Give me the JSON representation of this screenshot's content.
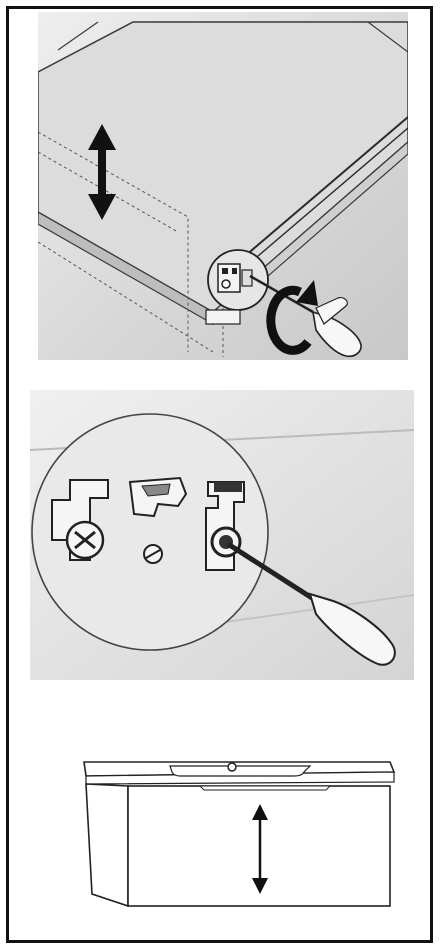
{
  "figure": {
    "steps": [
      {
        "id": 1,
        "icons": [
          "up-down-arrow-icon",
          "rotate-arrow-icon",
          "screwdriver-icon"
        ]
      },
      {
        "id": 2,
        "icons": [
          "magnifier-circle",
          "screwdriver-icon",
          "adjustment-screw-icon"
        ]
      },
      {
        "id": 3,
        "icons": [
          "vanity-cabinet",
          "sink-basin",
          "up-down-arrow-icon"
        ]
      }
    ],
    "colors": {
      "frame": "#111111",
      "panel_bg": "#e2e2e2",
      "line": "#2a2a2a",
      "accent": "#1a1a1a"
    }
  }
}
